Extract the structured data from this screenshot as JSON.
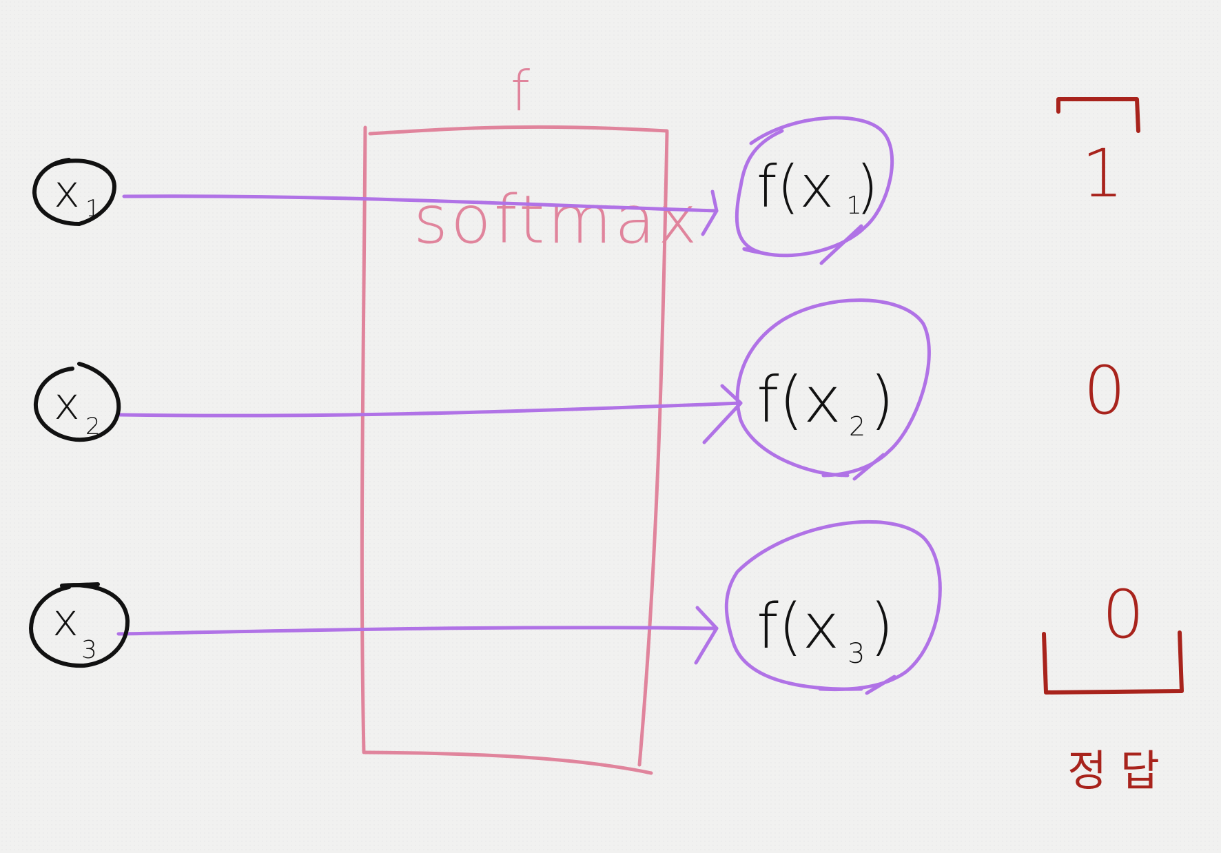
{
  "diagram": {
    "function_label": "f",
    "box_label": "softmax",
    "inputs": [
      {
        "base": "x",
        "sub": "1"
      },
      {
        "base": "x",
        "sub": "2"
      },
      {
        "base": "x",
        "sub": "3"
      }
    ],
    "outputs": [
      {
        "prefix": "f(x",
        "sub": "1",
        "suffix": ")"
      },
      {
        "prefix": "f(x",
        "sub": "2",
        "suffix": ")"
      },
      {
        "prefix": "f(x",
        "sub": "3",
        "suffix": ")"
      }
    ],
    "answer_vector": [
      "1",
      "0",
      "0"
    ],
    "answer_label": "정 답"
  },
  "colors": {
    "ink": "#111111",
    "arrow": "#b072e6",
    "box": "#e0849c",
    "answer": "#a8231c",
    "paper": "#f1f1f0"
  }
}
